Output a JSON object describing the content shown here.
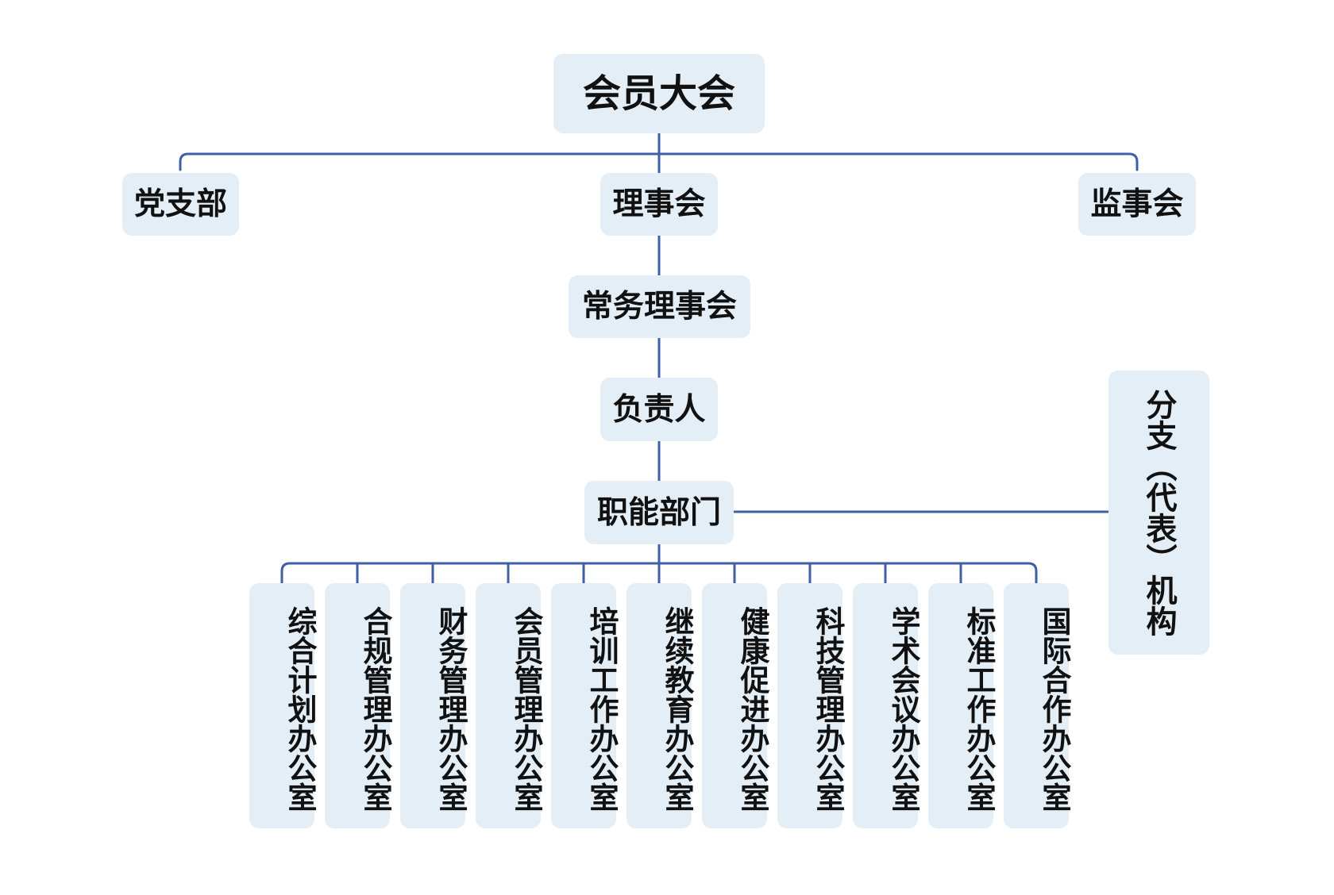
{
  "org_chart": {
    "assembly": "会员大会",
    "party_branch": "党支部",
    "council": "理事会",
    "supervisory_board": "监事会",
    "standing_council": "常务理事会",
    "principal": "负责人",
    "functional_departments": "职能部门",
    "branch_organizations": "分支（代表）机构",
    "offices": [
      "综合计划办公室",
      "合规管理办公室",
      "财务管理办公室",
      "会员管理办公室",
      "培训工作办公室",
      "继续教育办公室",
      "健康促进办公室",
      "科技管理办公室",
      "学术会议办公室",
      "标准工作办公室",
      "国际合作办公室"
    ]
  },
  "colors": {
    "node_fill": "#e4eef7",
    "connector": "#3f5fa7",
    "text": "#111111"
  }
}
